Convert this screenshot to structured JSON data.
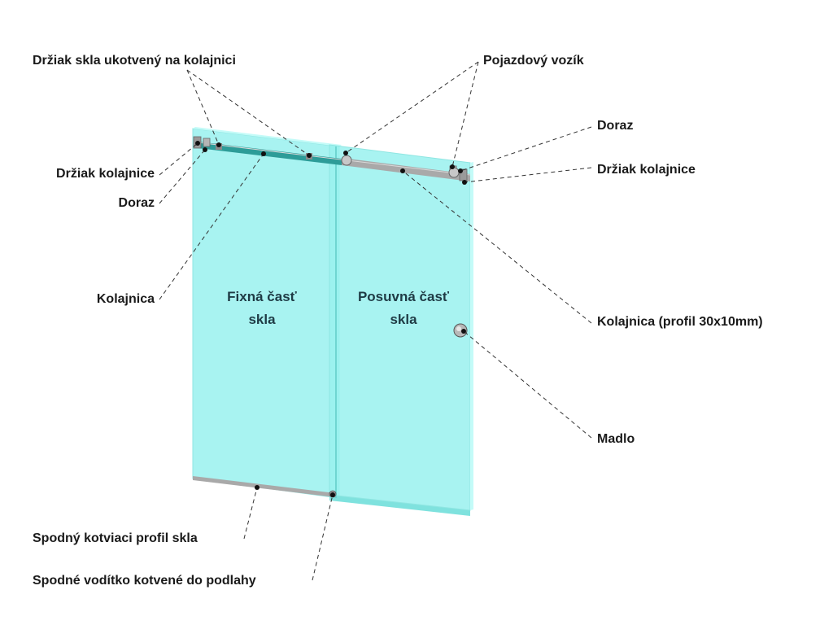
{
  "colors": {
    "glass_fill": "#99f1ee",
    "glass_edge": "#c4fbf8",
    "glass_bottom": "#7fe2de",
    "rail_dark": "#2d9c98",
    "rail_metal": "#a9a9a9",
    "label_text": "#1a1a1a",
    "leader_line": "#333333"
  },
  "panes": {
    "fixed": {
      "line1": "Fixná časť",
      "line2": "skla"
    },
    "sliding": {
      "line1": "Posuvná časť",
      "line2": "skla"
    }
  },
  "labels": {
    "glass_holder_rail": "Držiak skla ukotvený na kolajnici",
    "carriage": "Pojazdový vozík",
    "stop_right": "Doraz",
    "rail_holder_right": "Držiak kolajnice",
    "rail_holder_left": "Držiak kolajnice",
    "stop_left": "Doraz",
    "rail_left": "Kolajnica",
    "rail_profile": "Kolajnica (profil 30x10mm)",
    "handle": "Madlo",
    "bottom_profile": "Spodný kotviaci  profil skla",
    "floor_guide": "Spodné vodítko kotvené do podlahy"
  },
  "icons": {
    "handle": "knob-icon",
    "carriage": "roller-icon",
    "stop": "stopper-icon"
  }
}
